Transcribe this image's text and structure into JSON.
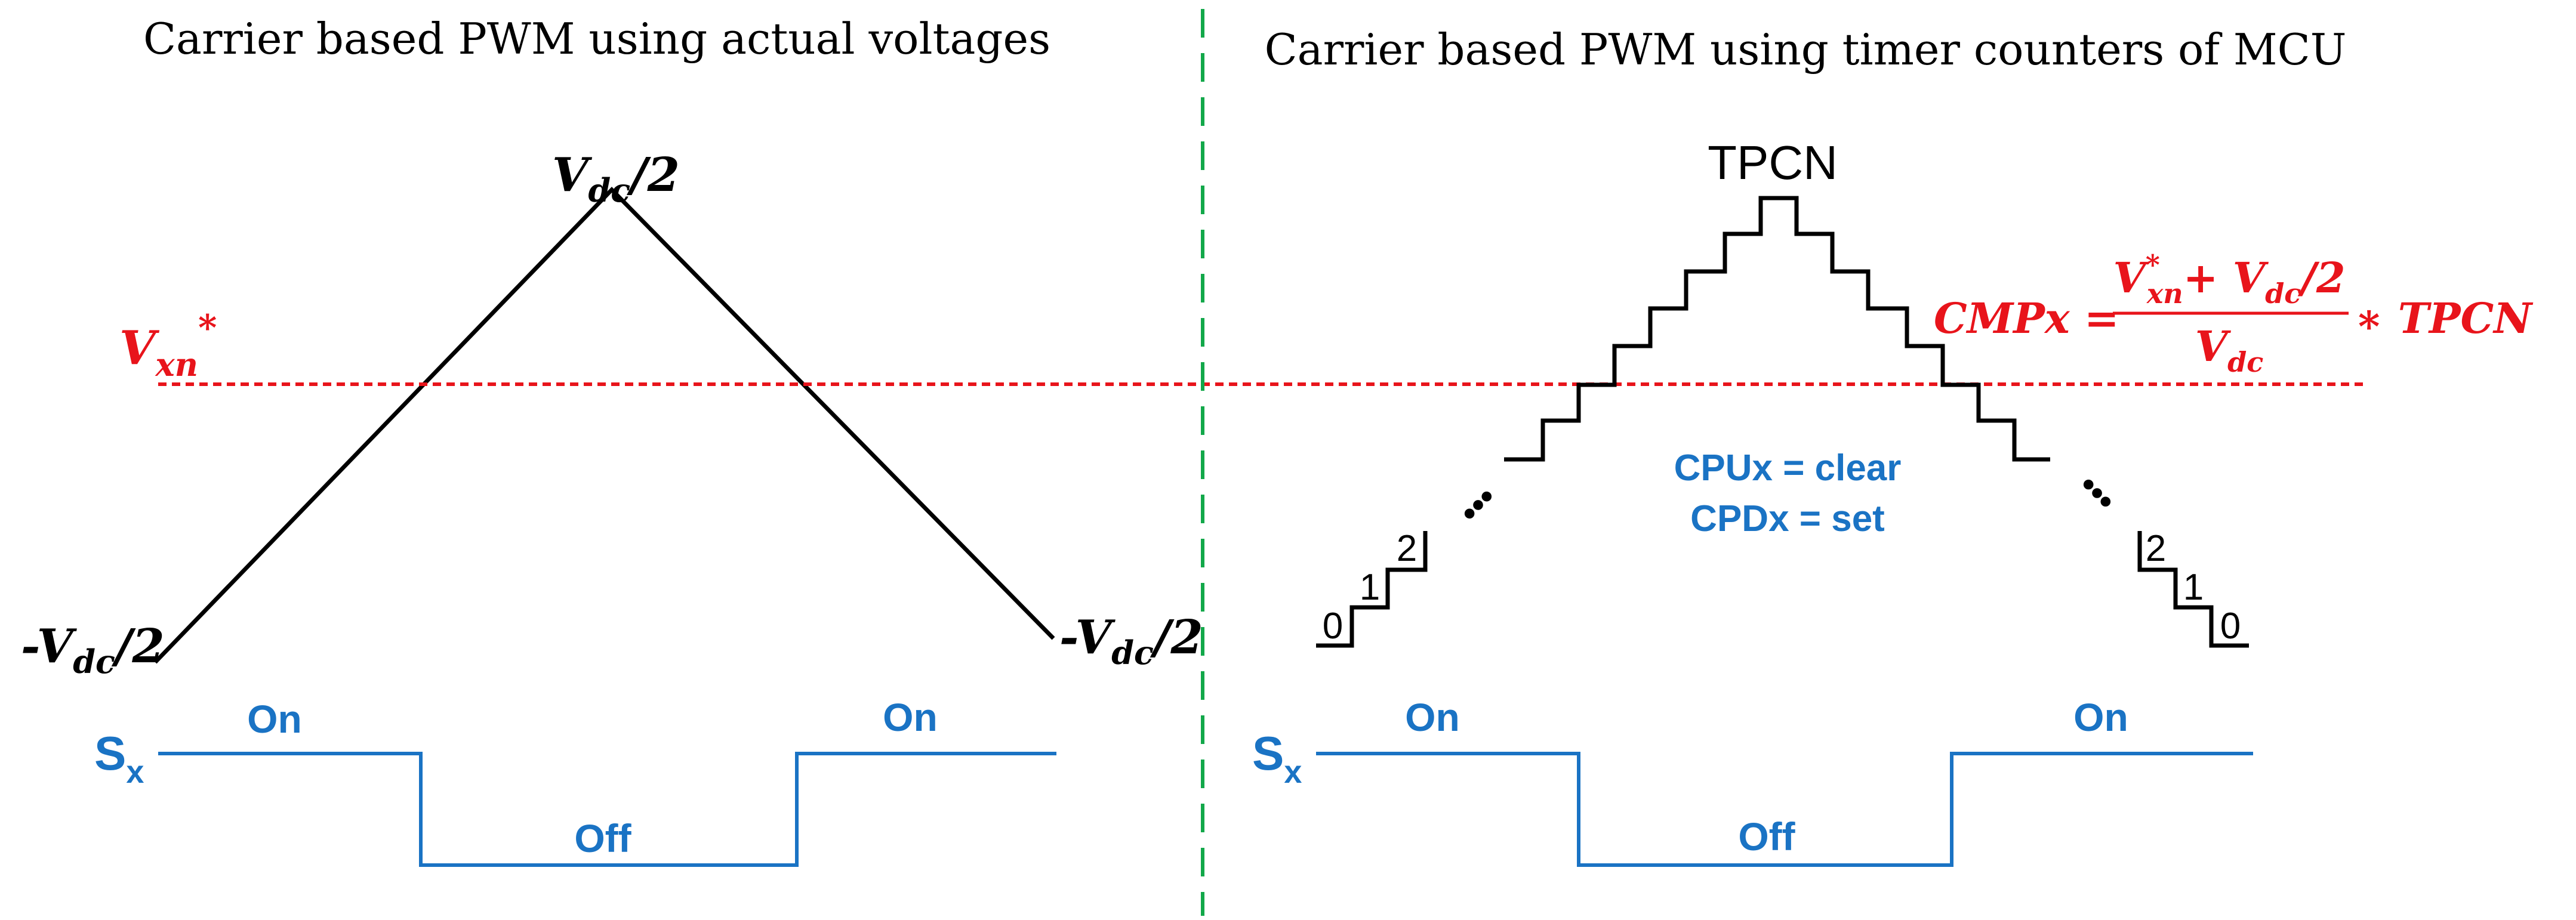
{
  "colors": {
    "black": "#000000",
    "red": "#e8141b",
    "blue": "#1a73c4",
    "green": "#12a84a"
  },
  "left_panel": {
    "title": "Carrier based PWM using actual voltages",
    "peak_label_base": "V",
    "peak_label_sub": "dc",
    "peak_label_tail": "/2",
    "valley_label_left_base": "-V",
    "valley_label_left_sub": "dc",
    "valley_label_left_tail": "/2",
    "valley_label_right_base": "-V",
    "valley_label_right_sub": "dc",
    "valley_label_right_tail": "/2",
    "reference_base": "V",
    "reference_sub": "xn",
    "reference_sup": "*",
    "switch_base": "S",
    "switch_sub": "x",
    "on_left": "On",
    "off": "Off",
    "on_right": "On"
  },
  "right_panel": {
    "title": "Carrier based PWM using timer counters of MCU",
    "peak_label": "TPCN",
    "count_left_0": "0",
    "count_left_1": "1",
    "count_left_2": "2",
    "count_right_2": "2",
    "count_right_1": "1",
    "count_right_0": "0",
    "ellipsis_left": "•••",
    "ellipsis_right": "•••",
    "cpu_line": "CPUx = clear",
    "cpd_line": "CPDx = set",
    "formula_lhs": "CMPx =",
    "formula_num_base": "V",
    "formula_num_sub": "xn",
    "formula_num_sup": "*",
    "formula_num_plus": "+ V",
    "formula_num_sub2": "dc",
    "formula_num_tail": "/2",
    "formula_den_base": "V",
    "formula_den_sub": "dc",
    "formula_times": "∗ TPCN",
    "switch_base": "S",
    "switch_sub": "x",
    "on_left": "On",
    "off": "Off",
    "on_right": "On"
  }
}
